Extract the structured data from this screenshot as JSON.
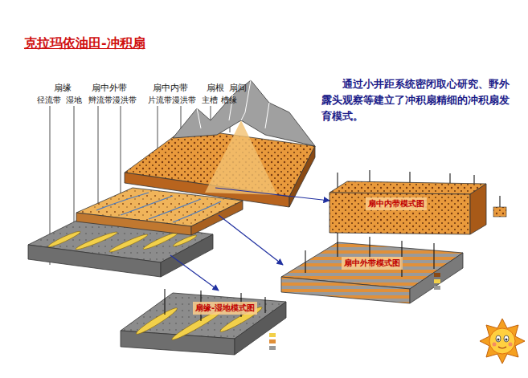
{
  "diagram": {
    "title": "克拉玛依油田-冲积扇",
    "nodes": [
      {
        "text": [
          "扇中内带模式图"
        ]
      },
      {
        "text": [
          "扇中外带模式图"
        ]
      },
      {
        "text": [
          "扇缘-湿地模式图"
        ]
      }
    ],
    "labels": [
      "扇缘",
      "径流带",
      "湿地",
      "扇中外带",
      "辫流带",
      "漫洪带",
      "扇中内带",
      "片流带",
      "漫洪带",
      "扇根",
      "主槽",
      "槽缘",
      "扇间",
      "通过小井距系统密闭取心研究、野外露头观察等建立了冲积扇精细的冲积扇发育模式。"
    ]
  }
}
